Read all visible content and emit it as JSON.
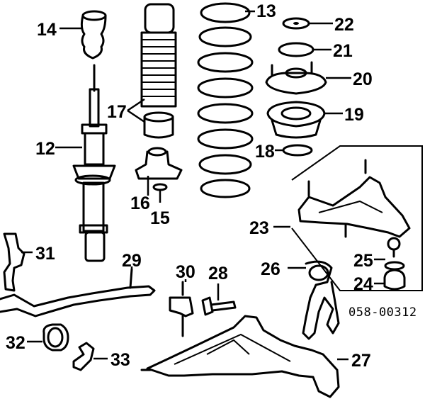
{
  "catalog_number": "058-00312",
  "callouts": {
    "c12": "12",
    "c13": "13",
    "c14": "14",
    "c15": "15",
    "c16": "16",
    "c17": "17",
    "c18": "18",
    "c19": "19",
    "c20": "20",
    "c21": "21",
    "c22": "22",
    "c23": "23",
    "c24": "24",
    "c25": "25",
    "c26": "26",
    "c27": "27",
    "c28": "28",
    "c29": "29",
    "c30": "30",
    "c31": "31",
    "c32": "32",
    "c33": "33"
  }
}
